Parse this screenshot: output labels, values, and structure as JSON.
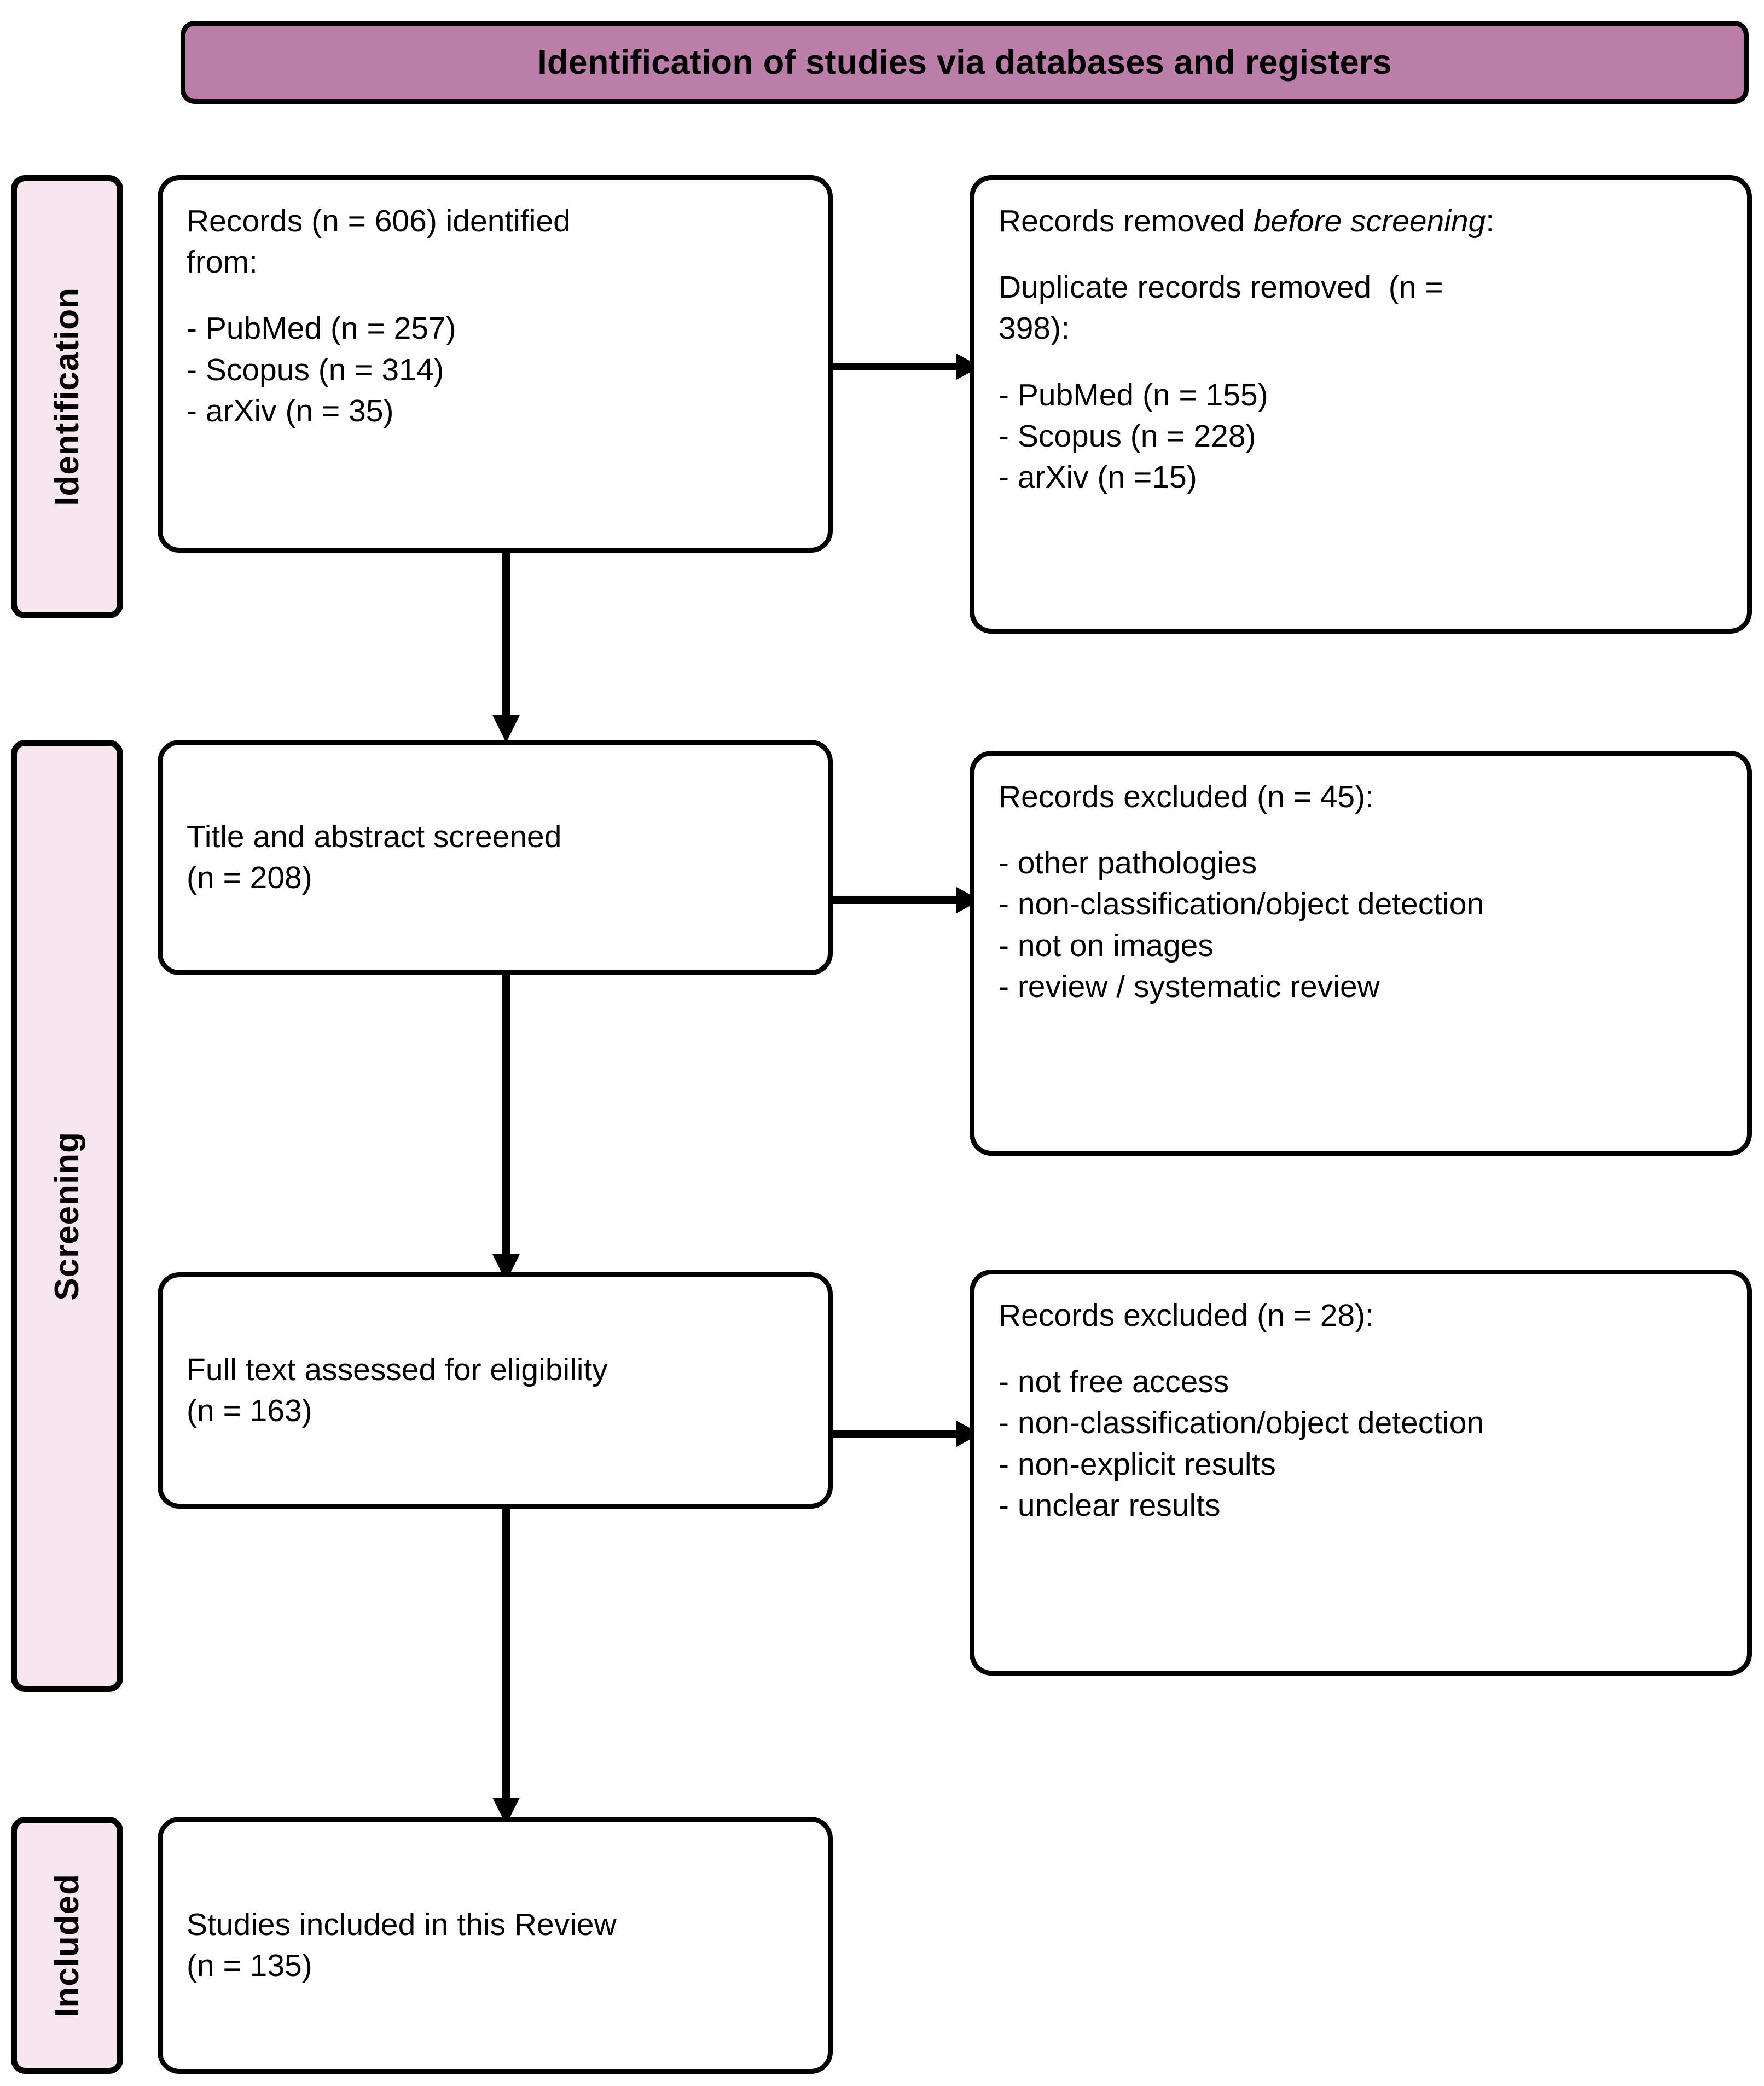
{
  "banner": {
    "title": "Identification of studies via databases and registers",
    "bg_color": "#ba7ea8",
    "border_color": "#000000"
  },
  "stage_tabs": [
    {
      "id": "identification",
      "label": "Identification",
      "bg_color": "#f6e7ef"
    },
    {
      "id": "screening",
      "label": "Screening",
      "bg_color": "#f6e7ef"
    },
    {
      "id": "included",
      "label": "Included",
      "bg_color": "#f6e7ef"
    }
  ],
  "boxes": {
    "records_identified": {
      "l1": "Records (n = 606) identified",
      "l2": "from:",
      "l3": "- PubMed (n = 257)",
      "l4": "- Scopus (n = 314)",
      "l5": "- arXiv (n = 35)"
    },
    "records_removed": {
      "l1a": "Records removed ",
      "l1b": "before screening",
      "l1c": ":",
      "l2": "Duplicate records removed  (n =",
      "l3": "398):",
      "l4": "- PubMed (n = 155)",
      "l5": "- Scopus (n = 228)",
      "l6": "- arXiv (n =15)"
    },
    "title_screened": {
      "l1": "Title and abstract screened",
      "l2": "(n = 208)"
    },
    "excluded_45": {
      "l1": "Records excluded (n = 45):",
      "l2": "- other pathologies",
      "l3": "- non-classification/object detection",
      "l4": "- not on images",
      "l5": "- review / systematic review"
    },
    "fulltext_assessed": {
      "l1": "Full text assessed for eligibility",
      "l2": "(n = 163)"
    },
    "excluded_28": {
      "l1": "Records excluded (n = 28):",
      "l2": "- not free access",
      "l3": "- non-classification/object detection",
      "l4": "- non-explicit results",
      "l5": "- unclear results"
    },
    "studies_included": {
      "l1": "Studies included in this Review",
      "l2": "(n = 135)"
    }
  },
  "chart_data": {
    "type": "diagram",
    "title": "Identification of studies via databases and registers",
    "stages": [
      "Identification",
      "Screening",
      "Included"
    ],
    "nodes": [
      {
        "id": "records_identified",
        "stage": "Identification",
        "n": 606,
        "sources": [
          {
            "name": "PubMed",
            "n": 257
          },
          {
            "name": "Scopus",
            "n": 314
          },
          {
            "name": "arXiv",
            "n": 35
          }
        ]
      },
      {
        "id": "records_removed",
        "stage": "Identification",
        "n": 398,
        "sources": [
          {
            "name": "PubMed",
            "n": 155
          },
          {
            "name": "Scopus",
            "n": 228
          },
          {
            "name": "arXiv",
            "n": 15
          }
        ]
      },
      {
        "id": "title_screened",
        "stage": "Screening",
        "n": 208
      },
      {
        "id": "excluded_45",
        "stage": "Screening",
        "n": 45,
        "reasons": [
          "other pathologies",
          "non-classification/object detection",
          "not on images",
          "review / systematic review"
        ]
      },
      {
        "id": "fulltext_assessed",
        "stage": "Screening",
        "n": 163
      },
      {
        "id": "excluded_28",
        "stage": "Screening",
        "n": 28,
        "reasons": [
          "not free access",
          "non-classification/object detection",
          "non-explicit results",
          "unclear results"
        ]
      },
      {
        "id": "studies_included",
        "stage": "Included",
        "n": 135
      }
    ],
    "edges": [
      {
        "from": "records_identified",
        "to": "records_removed",
        "dir": "right"
      },
      {
        "from": "records_identified",
        "to": "title_screened",
        "dir": "down"
      },
      {
        "from": "title_screened",
        "to": "excluded_45",
        "dir": "right"
      },
      {
        "from": "title_screened",
        "to": "fulltext_assessed",
        "dir": "down"
      },
      {
        "from": "fulltext_assessed",
        "to": "excluded_28",
        "dir": "right"
      },
      {
        "from": "fulltext_assessed",
        "to": "studies_included",
        "dir": "down"
      }
    ]
  }
}
